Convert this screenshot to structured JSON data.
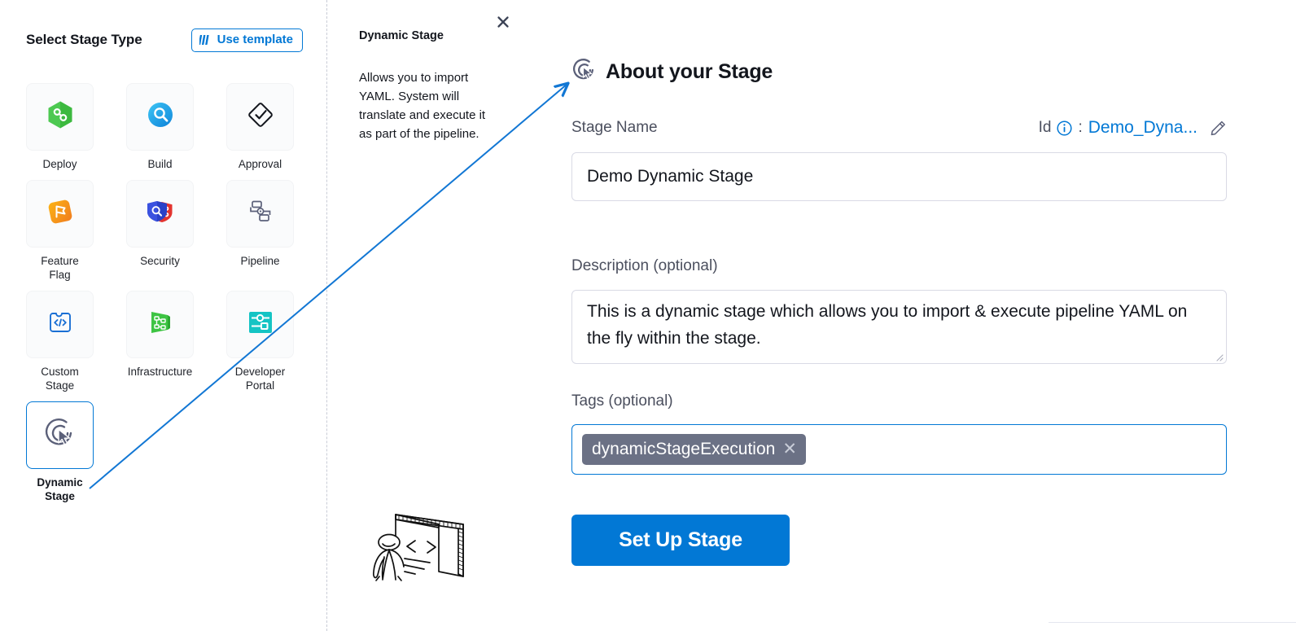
{
  "left_panel": {
    "title": "Select Stage Type",
    "use_template_button": {
      "label": "Use template",
      "icon": "template-icon",
      "color": "#0278d5"
    },
    "stage_types": [
      {
        "id": "deploy",
        "label": "Deploy",
        "icon": "deploy-hexagon-icon",
        "selected": false
      },
      {
        "id": "build",
        "label": "Build",
        "icon": "build-magnifier-icon",
        "selected": false
      },
      {
        "id": "approval",
        "label": "Approval",
        "icon": "approval-check-icon",
        "selected": false
      },
      {
        "id": "feature-flag",
        "label": "Feature\nFlag",
        "icon": "feature-flag-icon",
        "selected": false
      },
      {
        "id": "security",
        "label": "Security",
        "icon": "security-shields-icon",
        "selected": false
      },
      {
        "id": "pipeline",
        "label": "Pipeline",
        "icon": "pipeline-nodes-icon",
        "selected": false
      },
      {
        "id": "custom-stage",
        "label": "Custom\nStage",
        "icon": "custom-code-icon",
        "selected": false
      },
      {
        "id": "infrastructure",
        "label": "Infrastructure",
        "icon": "infrastructure-icon",
        "selected": false
      },
      {
        "id": "developer-portal",
        "label": "Developer\nPortal",
        "icon": "developer-portal-icon",
        "selected": false
      },
      {
        "id": "dynamic-stage",
        "label": "Dynamic\nStage",
        "icon": "dynamic-stage-target-icon",
        "selected": true
      }
    ]
  },
  "middle_panel": {
    "close_icon": "close-icon",
    "title": "Dynamic Stage",
    "description": "Allows you to import YAML. System will translate and execute it as part of the pipeline.",
    "illustration": "person-presenting-code-board-illustration"
  },
  "right_panel": {
    "header": {
      "icon": "dynamic-stage-target-icon",
      "title": "About your Stage"
    },
    "stage_name": {
      "label": "Stage Name",
      "value": "Demo Dynamic Stage",
      "placeholder": "Enter stage name"
    },
    "identifier": {
      "label": "Id",
      "info_icon": "info-circle-icon",
      "separator": ":",
      "value": "Demo_Dyna...",
      "edit_icon": "pencil-edit-icon",
      "color": "#0278d5"
    },
    "description": {
      "label": "Description (optional)",
      "value": "This is a dynamic stage which allows you to import & execute pipeline YAML on the fly within the stage.",
      "placeholder": "Description"
    },
    "tags": {
      "label": "Tags (optional)",
      "chips": [
        {
          "label": "dynamicStageExecution",
          "remove_icon": "close-small-icon"
        }
      ],
      "placeholder": ""
    },
    "primary_button": {
      "label": "Set Up Stage",
      "color": "#0278d5"
    }
  },
  "annotation": {
    "arrow": "blue-pointer-arrow",
    "color": "#1277d4"
  }
}
